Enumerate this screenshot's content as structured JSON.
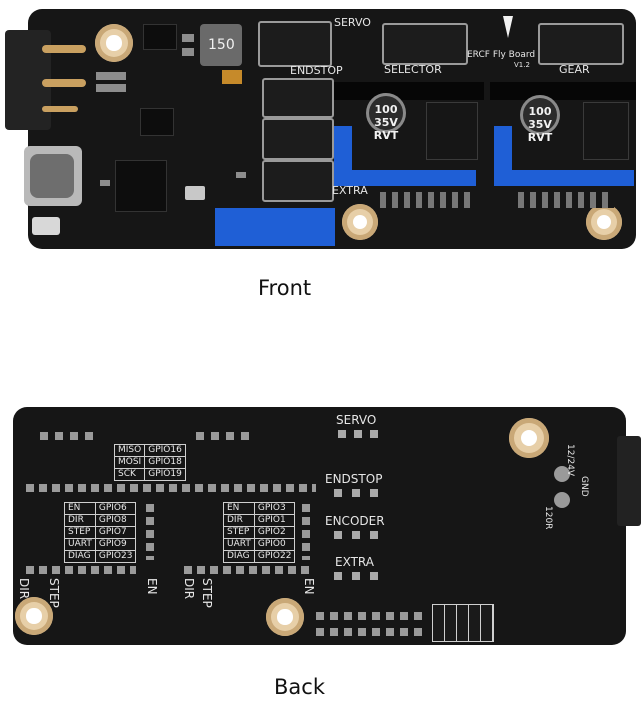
{
  "captions": {
    "front": "Front",
    "back": "Back"
  },
  "front": {
    "labels": {
      "servo": "SERVO",
      "endstop": "ENDSTOP",
      "selector": "SELECTOR",
      "gear": "GEAR",
      "extra": "EXTRA",
      "brand": "ERCF Fly Board",
      "version": "V1.2",
      "inductor": "150"
    },
    "capacitor": [
      "100",
      "35V",
      "RVT"
    ]
  },
  "back": {
    "labels": {
      "servo": "SERVO",
      "endstop": "ENDSTOP",
      "encoder": "ENCODER",
      "extra": "EXTRA",
      "power": "12/24V",
      "gnd": "GND",
      "term": "120R",
      "dir1": "DIR",
      "step1": "STEP",
      "en1": "EN",
      "dir2": "DIR",
      "step2": "STEP",
      "en2": "EN"
    },
    "spi_table": [
      [
        "MISO",
        "GPIO16"
      ],
      [
        "MOSI",
        "GPIO18"
      ],
      [
        "SCK",
        "GPIO19"
      ]
    ],
    "driver1_table": [
      [
        "EN",
        "GPIO6"
      ],
      [
        "DIR",
        "GPIO8"
      ],
      [
        "STEP",
        "GPIO7"
      ],
      [
        "UART",
        "GPIO9"
      ],
      [
        "DIAG",
        "GPIO23"
      ]
    ],
    "driver2_table": [
      [
        "EN",
        "GPIO3"
      ],
      [
        "DIR",
        "GPIO1"
      ],
      [
        "STEP",
        "GPIO2"
      ],
      [
        "UART",
        "GPIO0"
      ],
      [
        "DIAG",
        "GPIO22"
      ]
    ]
  }
}
